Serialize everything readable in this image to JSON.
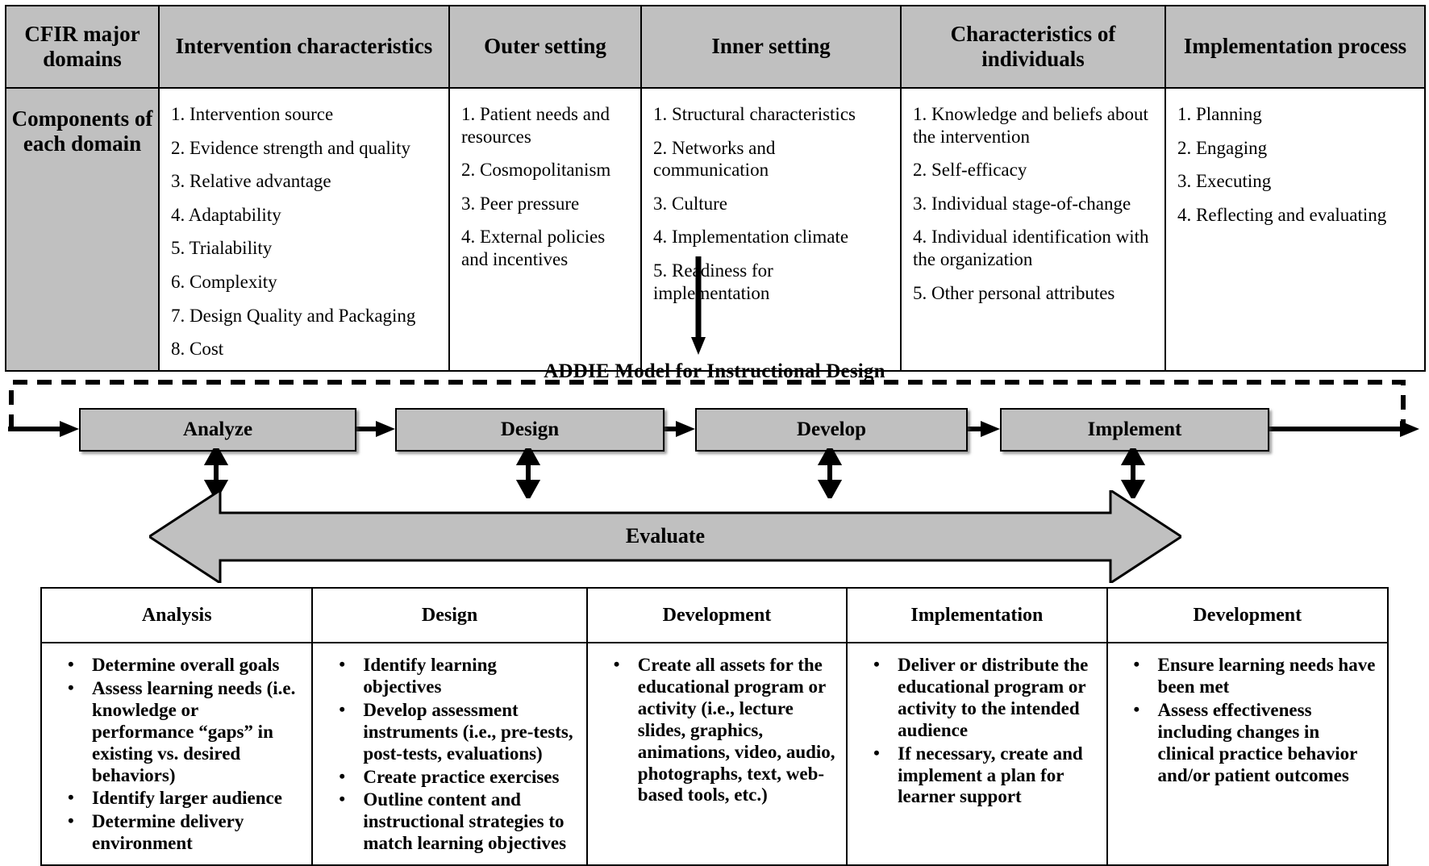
{
  "cfir_table": {
    "header_row": [
      "CFIR major domains",
      "Intervention characteristics",
      "Outer setting",
      "Inner setting",
      "Characteristics of individuals",
      "Implementation process"
    ],
    "row_label": "Components of each domain",
    "columns": [
      {
        "domain": "Intervention characteristics",
        "components": [
          "1. Intervention source",
          "2. Evidence strength and quality",
          "3. Relative advantage",
          "4. Adaptability",
          "5. Trialability",
          "6. Complexity",
          "7. Design Quality and Packaging",
          "8. Cost"
        ]
      },
      {
        "domain": "Outer setting",
        "components": [
          "1. Patient needs and resources",
          "2. Cosmopolitanism",
          "3. Peer pressure",
          "4. External policies and incentives"
        ]
      },
      {
        "domain": "Inner setting",
        "components": [
          "1. Structural characteristics",
          "2. Networks and communication",
          "3. Culture",
          "4. Implementation climate",
          "5. Readiness for implementation"
        ]
      },
      {
        "domain": "Characteristics of individuals",
        "components": [
          "1. Knowledge and beliefs about the intervention",
          "2. Self-efficacy",
          "3. Individual stage-of-change",
          "4. Individual identification with the organization",
          "5. Other personal attributes"
        ]
      },
      {
        "domain": "Implementation process",
        "components": [
          "1. Planning",
          "2. Engaging",
          "3. Executing",
          "4. Reflecting and evaluating"
        ]
      }
    ]
  },
  "addie_model": {
    "title": "ADDIE Model for Instructional Design",
    "phases": [
      {
        "label": "Analyze"
      },
      {
        "label": "Design"
      },
      {
        "label": "Develop"
      },
      {
        "label": "Implement"
      }
    ],
    "evaluate_label": "Evaluate",
    "box_fill": "#c0c0c0",
    "stroke": "#000000"
  },
  "addie_table": {
    "headers": [
      "Analysis",
      "Design",
      "Development",
      "Implementation",
      "Development"
    ],
    "columns": [
      {
        "header": "Analysis",
        "items": [
          "Determine overall goals",
          "Assess learning needs (i.e. knowledge or performance “gaps” in existing vs. desired behaviors)",
          "Identify larger audience",
          "Determine delivery environment"
        ]
      },
      {
        "header": "Design",
        "items": [
          "Identify learning objectives",
          "Develop assessment instruments (i.e., pre-tests, post-tests, evaluations)",
          "Create practice exercises",
          "Outline content and instructional strategies to match learning objectives"
        ]
      },
      {
        "header": "Development",
        "items": [
          "Create all assets for the educational program or activity (i.e., lecture slides, graphics, animations, video, audio, photographs, text, web-based tools, etc.)"
        ]
      },
      {
        "header": "Implementation",
        "items": [
          "Deliver or distribute the educational program or activity to the intended audience",
          "If necessary, create and implement a plan for learner support"
        ]
      },
      {
        "header": "Development",
        "items": [
          "Ensure learning needs have been met",
          "Assess effectiveness including changes in clinical practice behavior and/or patient outcomes"
        ]
      }
    ]
  },
  "colors": {
    "header_fill": "#c0c0c0",
    "border": "#000000",
    "background": "#ffffff"
  }
}
